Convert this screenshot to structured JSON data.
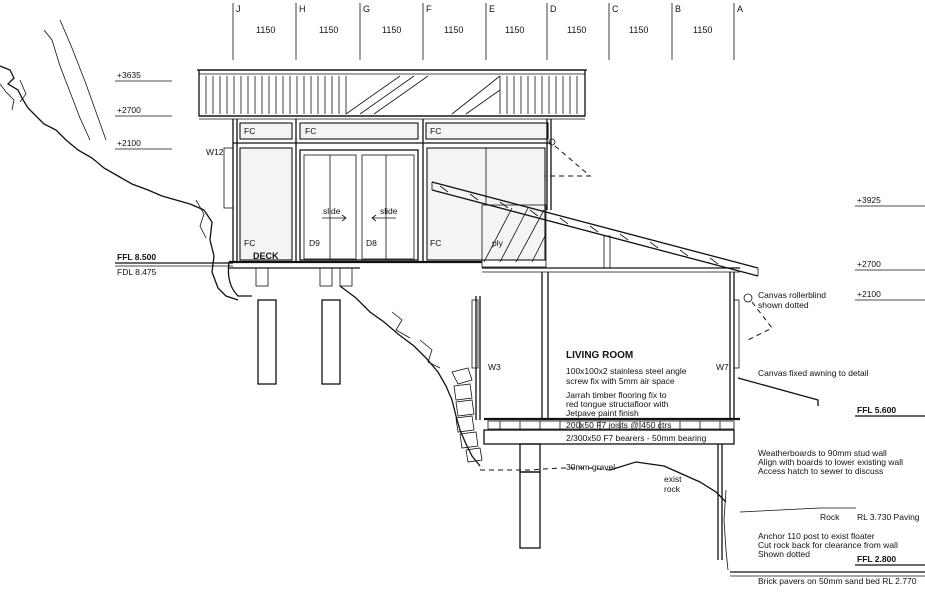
{
  "grid": {
    "lines": [
      "J",
      "H",
      "G",
      "F",
      "E",
      "D",
      "C",
      "B",
      "A"
    ],
    "spacing_label": "1150"
  },
  "levels_left": [
    "+3635",
    "+2700",
    "+2100"
  ],
  "levels_right": [
    "+3925",
    "+2700",
    "+2100"
  ],
  "ffl_left": "FFL 8.500",
  "fdl_left": "FDL 8.475",
  "ffl_mid": "FFL 5.600",
  "ffl_low": "FFL 2.800",
  "rl_paving": "RL 3.730 Paving",
  "upper": {
    "fc_labels": [
      "FC",
      "FC",
      "FC"
    ],
    "window_w12": "W12",
    "fc_lower_left": "FC",
    "door_d9": "D9",
    "door_d8": "D8",
    "fc_lower_right": "FC",
    "ply": "ply",
    "slide_left": "slide",
    "slide_right": "slide",
    "deck": "DECK"
  },
  "lower": {
    "room_title": "LIVING ROOM",
    "w3": "W3",
    "w7": "W7",
    "note_angle_1": "100x100x2 stainless steel angle",
    "note_angle_2": "screw fix with 5mm air space",
    "note_floor_1": "Jarrah timber flooring fix to",
    "note_floor_2": "red tongue structafloor with",
    "note_floor_3": "Jetpave paint finish",
    "joists": "200x50 F7 joists @ 450 ctrs",
    "bearers": "2/300x50 F7 bearers - 50mm bearing",
    "gravel": "30mm gravel",
    "exist_rock_1": "exist",
    "exist_rock_2": "rock"
  },
  "notes_right": {
    "canvas_roller_1": "Canvas rollerblind",
    "canvas_roller_2": "shown dotted",
    "canvas_awning": "Canvas fixed awning to detail",
    "weather_1": "Weatherboards to 90mm stud wall",
    "weather_2": "Align with boards to lower existing wall",
    "weather_3": "Access hatch to sewer to discuss",
    "rock": "Rock",
    "anchor_1": "Anchor 110 post to exist floater",
    "anchor_2": "Cut rock back for clearance from wall",
    "anchor_3": "Shown dotted",
    "pavers": "Brick pavers on 50mm sand bed RL 2.770"
  }
}
